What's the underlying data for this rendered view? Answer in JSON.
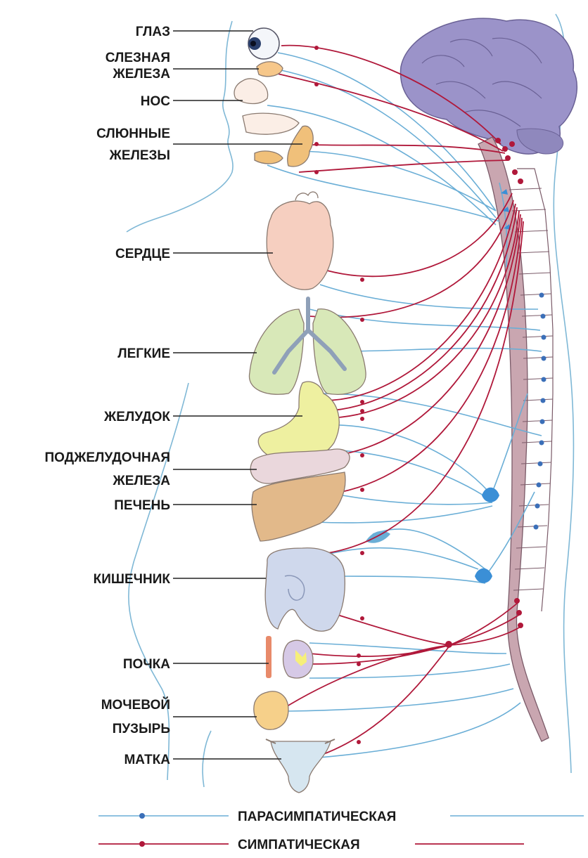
{
  "labels": {
    "eye": "ГЛАЗ",
    "lacrimal_1": "СЛЕЗНАЯ",
    "lacrimal_2": "ЖЕЛЕЗА",
    "nose": "НОС",
    "salivary_1": "СЛЮННЫЕ",
    "salivary_2": "ЖЕЛЕЗЫ",
    "heart": "СЕРДЦЕ",
    "lungs": "ЛЕГКИЕ",
    "stomach": "ЖЕЛУДОК",
    "pancreas_1": "ПОДЖЕЛУДОЧНАЯ",
    "pancreas_2": "ЖЕЛЕЗА",
    "liver": "ПЕЧЕНЬ",
    "intestine": "КИШЕЧНИК",
    "kidney": "ПОЧКА",
    "bladder_1": "МОЧЕВОЙ",
    "bladder_2": "ПУЗЫРЬ",
    "uterus": "МАТКА"
  },
  "legend": {
    "parasympathetic": "ПАРАСИМПАТИЧЕСКАЯ",
    "sympathetic": "СИМПАТИЧЕСКАЯ"
  },
  "colors": {
    "parasympathetic": "#6aaed6",
    "sympathetic": "#b0183a",
    "brain": "#9b93c9",
    "spine": "#c9a6b0",
    "heart": "#f6cfc0",
    "lungs": "#d8e8b8",
    "stomach": "#eef0a0",
    "liver": "#e2b98a",
    "intestine": "#cfd8ec",
    "bladder": "#f6d08a"
  }
}
